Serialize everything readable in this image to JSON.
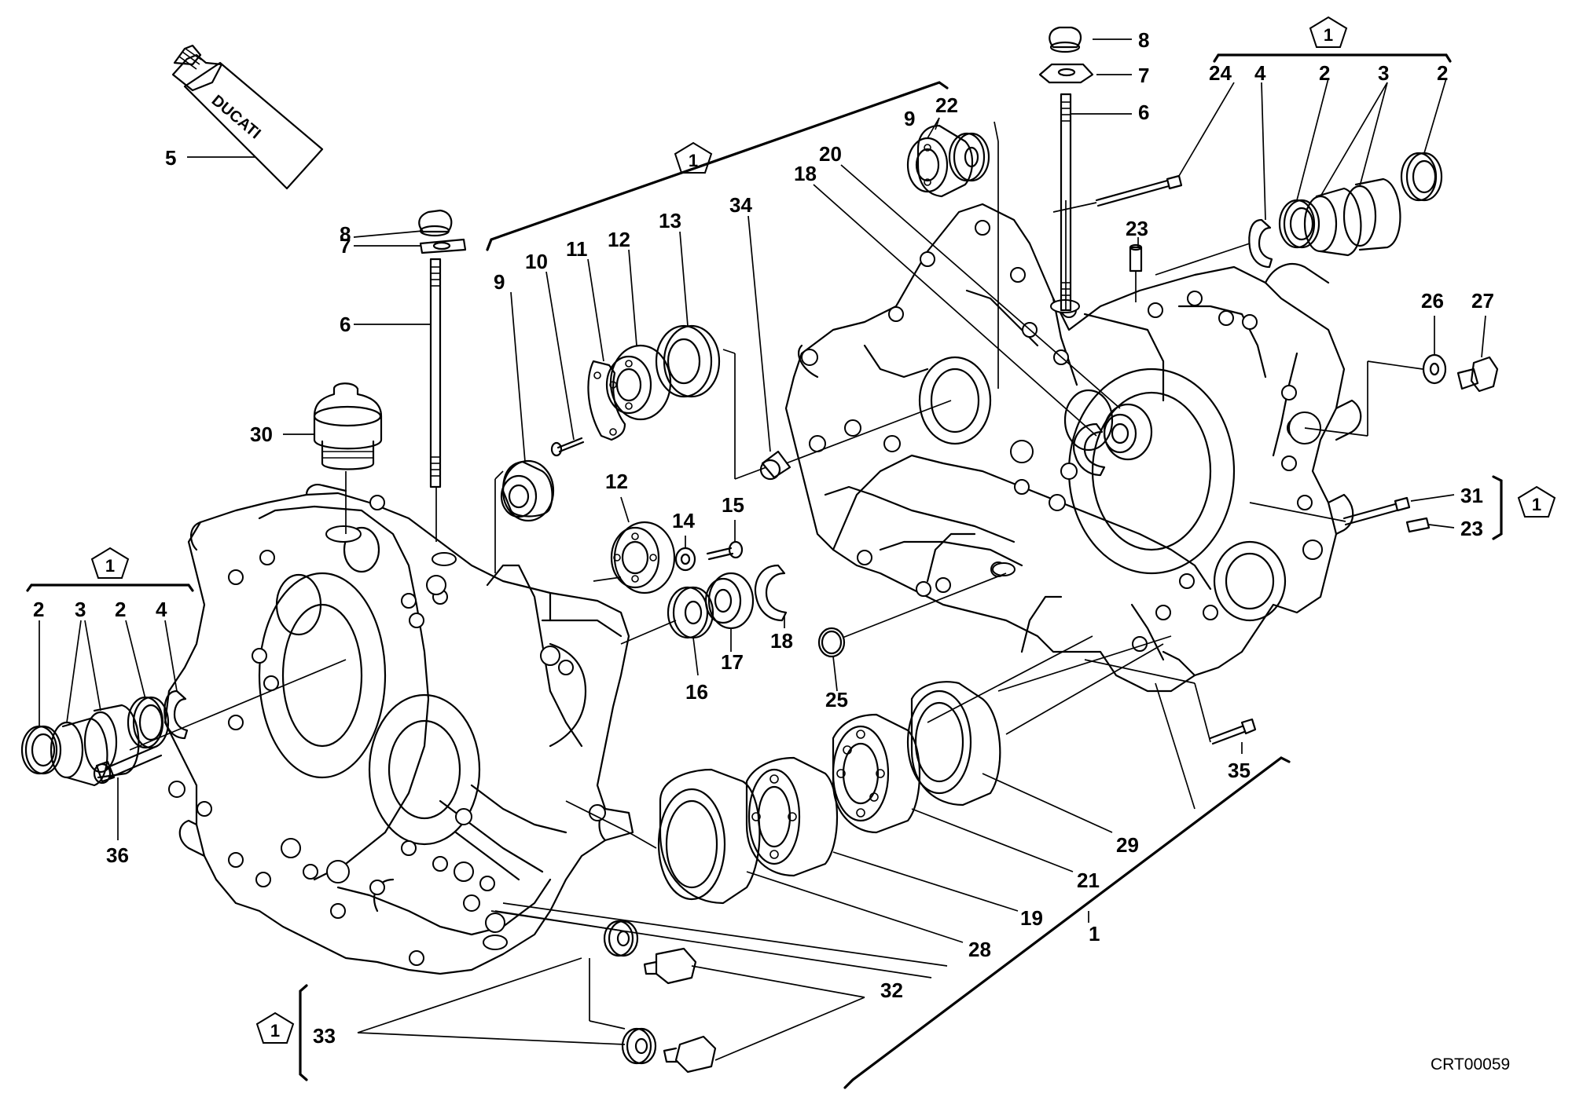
{
  "diagram": {
    "drawing_code": "CRT00059",
    "brand_on_tube": "DUCATI",
    "kit_marker": "1",
    "callouts": [
      "1",
      "2",
      "3",
      "4",
      "5",
      "6",
      "7",
      "8",
      "9",
      "10",
      "11",
      "12",
      "13",
      "14",
      "15",
      "16",
      "17",
      "18",
      "19",
      "20",
      "21",
      "22",
      "23",
      "24",
      "25",
      "26",
      "27",
      "28",
      "29",
      "30",
      "31",
      "32",
      "33",
      "34",
      "35",
      "36"
    ]
  }
}
